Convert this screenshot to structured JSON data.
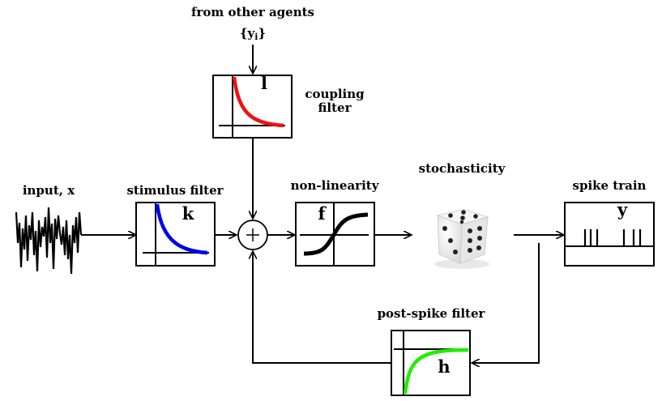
{
  "labels": {
    "from_other_agents": "from other agents",
    "y_set_open": "{",
    "y_set_var": "y",
    "y_set_sub": "i",
    "y_set_close": "}",
    "coupling_filter_line1": "coupling",
    "coupling_filter_line2": "filter",
    "coupling_letter": "l",
    "input": "input, x",
    "stimulus_filter": "stimulus filter",
    "stimulus_letter": "k",
    "nonlinearity": "non-linearity",
    "nonlinearity_letter": "f",
    "stochasticity": "stochasticity",
    "spike_train": "spike train",
    "spike_letter": "y",
    "post_spike_filter": "post-spike filter",
    "post_spike_letter": "h"
  },
  "colors": {
    "coupling_curve": "#ee1111",
    "stimulus_curve": "#0000ee",
    "nonlinearity_curve": "#000000",
    "post_spike_curve": "#22ee00"
  },
  "icons": {
    "summation": "plus-circle-icon",
    "stochasticity": "dice-icon"
  }
}
